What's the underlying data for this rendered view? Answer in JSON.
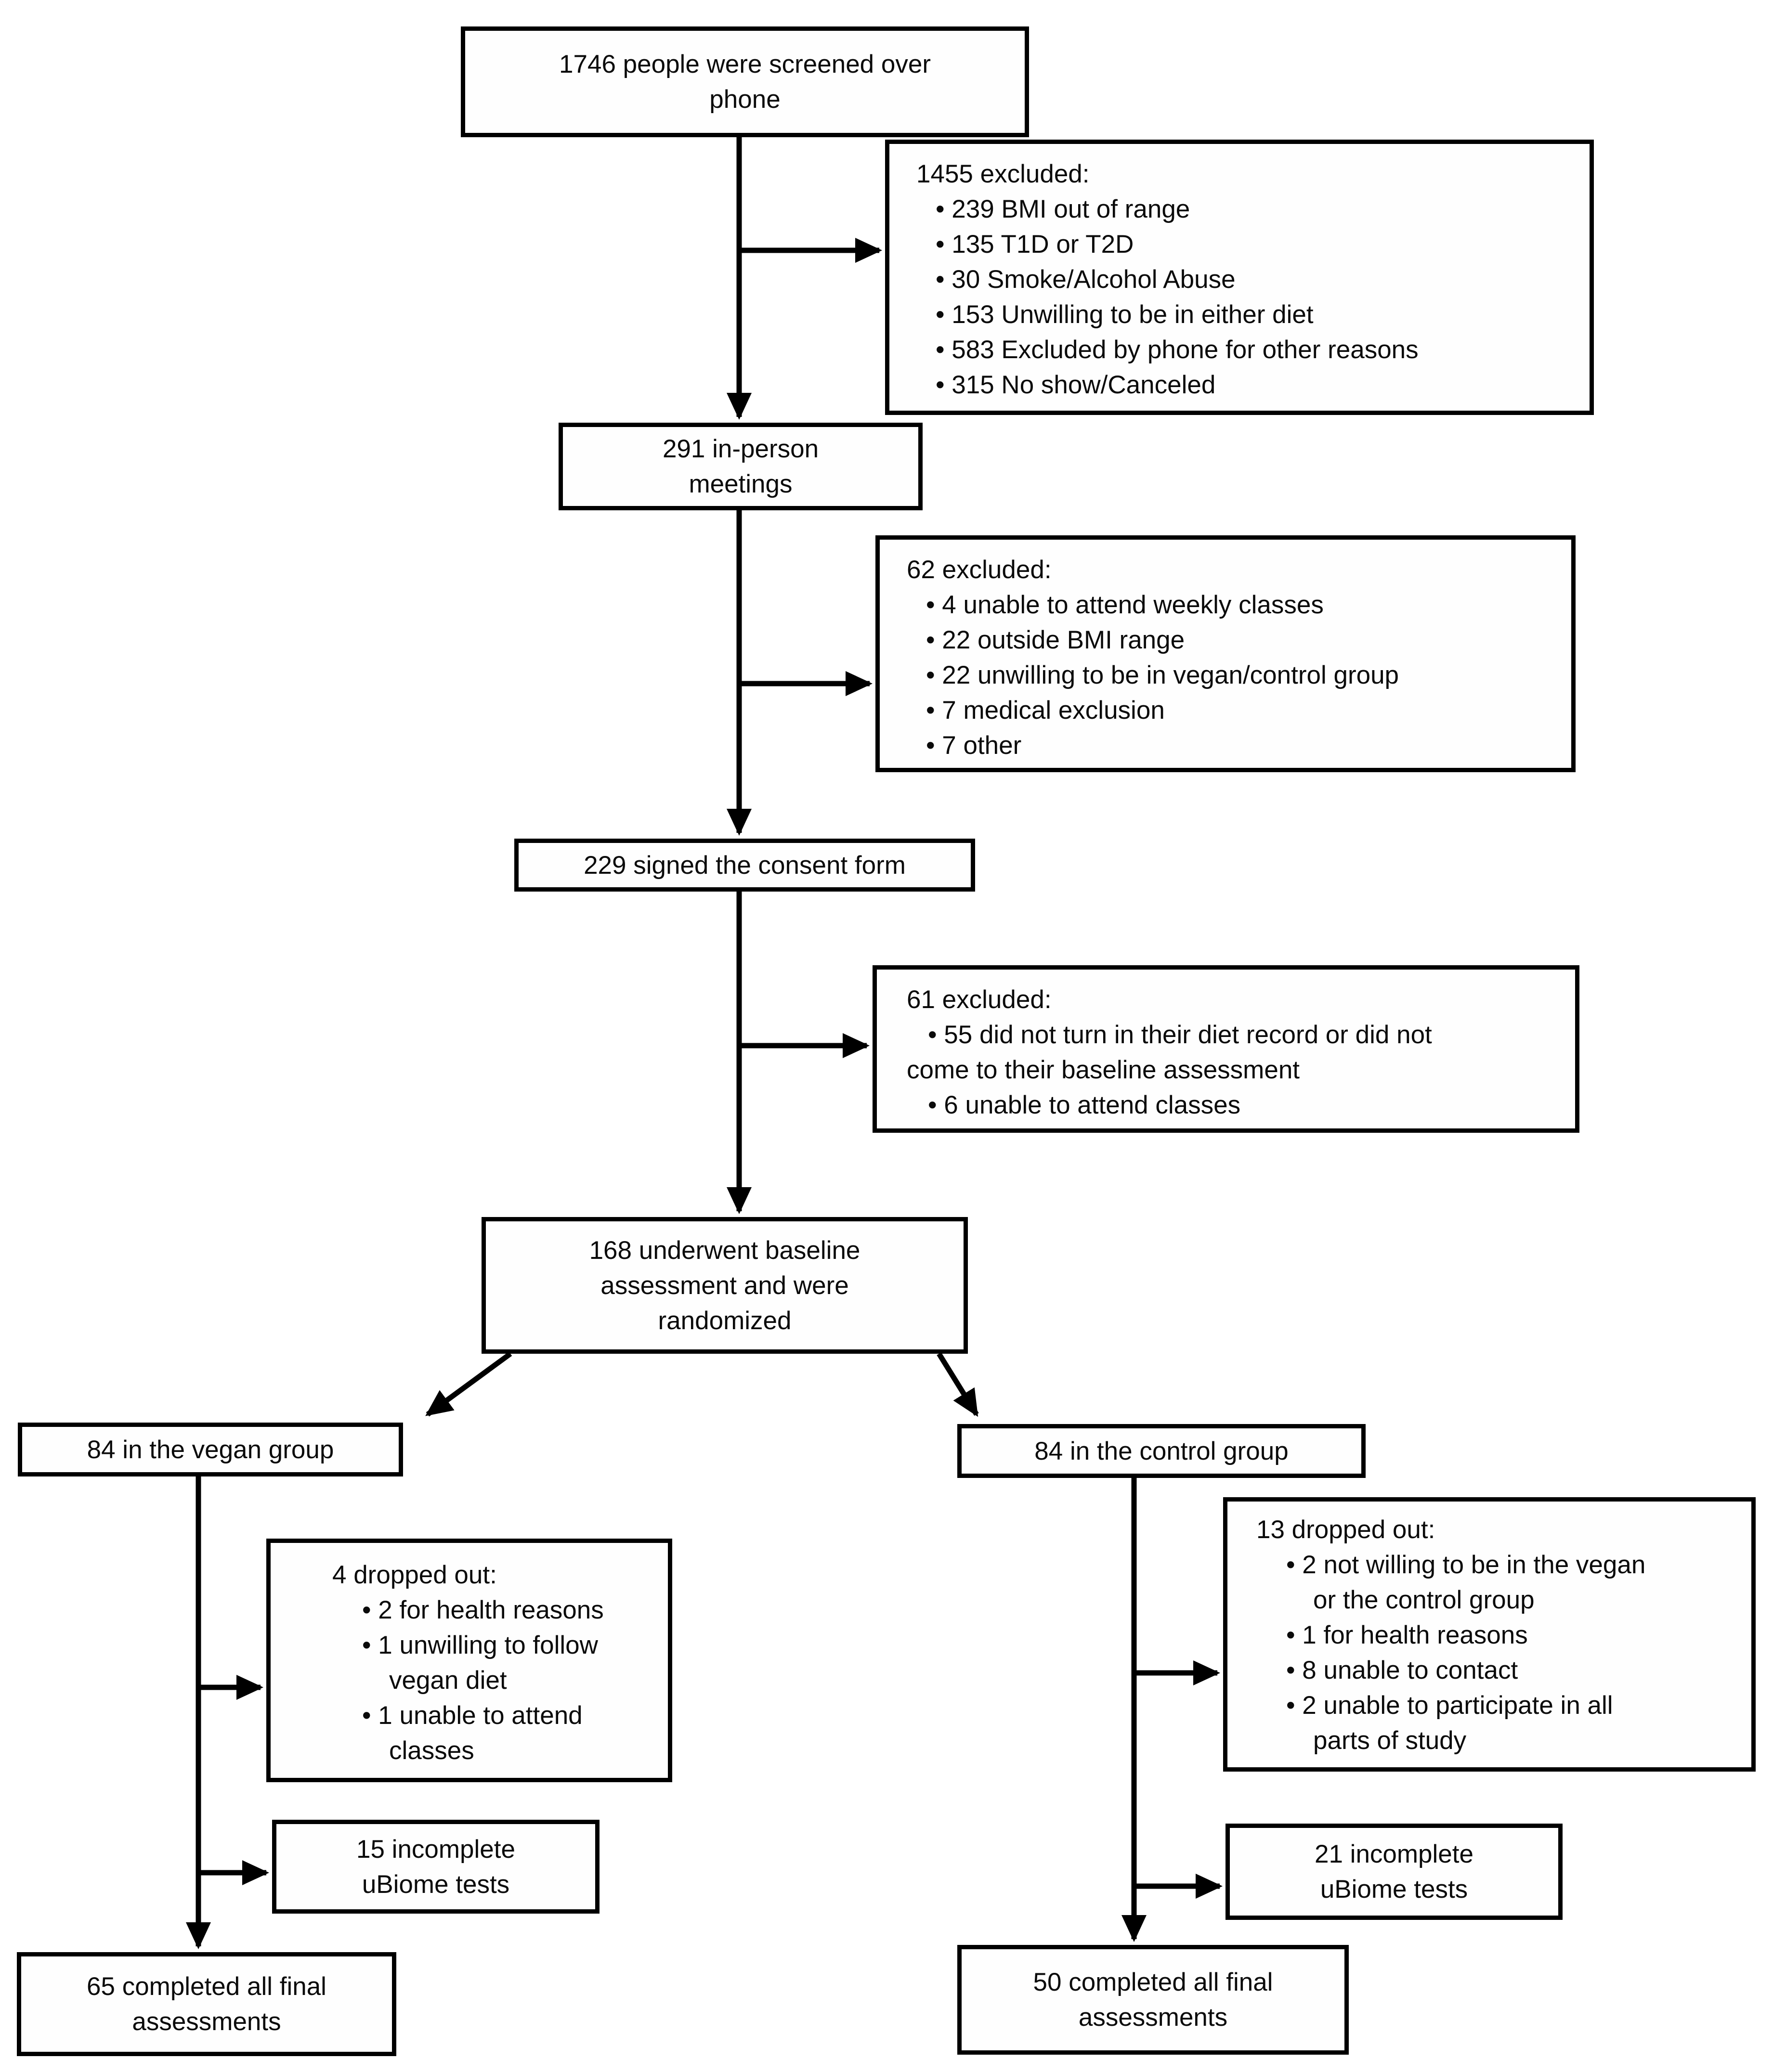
{
  "colors": {
    "line": "#000000",
    "box_border": "#000000",
    "background": "#ffffff",
    "text": "#0a0a0a"
  },
  "nodes": {
    "screened": "1746 people were screened over\nphone",
    "phone_excluded": {
      "title": "1455 excluded:",
      "items": [
        "239 BMI out of range",
        "135 T1D or T2D",
        "30 Smoke/Alcohol Abuse",
        "153 Unwilling to be in either diet",
        "583 Excluded by phone for other reasons",
        "315 No show/Canceled"
      ]
    },
    "in_person": "291 in-person\nmeetings",
    "meeting_excluded": {
      "title": "62 excluded:",
      "items": [
        "4 unable to attend weekly classes",
        "22 outside BMI range",
        "22 unwilling to be in vegan/control group",
        "7 medical exclusion",
        "7 other"
      ]
    },
    "consent": "229 signed the consent form",
    "consent_excluded": {
      "title": "61 excluded:",
      "items": [
        "55 did not turn in their diet record or did not\ncome to their baseline assessment",
        "6 unable to attend classes"
      ]
    },
    "randomized": "168 underwent baseline\nassessment and were\nrandomized",
    "vegan_group": "84 in the vegan group",
    "control_group": "84 in the control group",
    "vegan_dropout": {
      "title": "4 dropped out:",
      "items": [
        "2 for health reasons",
        "1 unwilling to follow\nvegan diet",
        "1 unable to attend\nclasses"
      ]
    },
    "control_dropout": {
      "title": "13 dropped out:",
      "items": [
        "2 not willing to be in the vegan\nor the control group",
        "1 for health reasons",
        "8 unable to contact",
        "2 unable to participate in all\nparts of study"
      ]
    },
    "vegan_ubiome": "15 incomplete\nuBiome tests",
    "control_ubiome": "21 incomplete\nuBiome tests",
    "vegan_completed": "65 completed all final\nassessments",
    "control_completed": "50 completed all final\nassessments"
  }
}
